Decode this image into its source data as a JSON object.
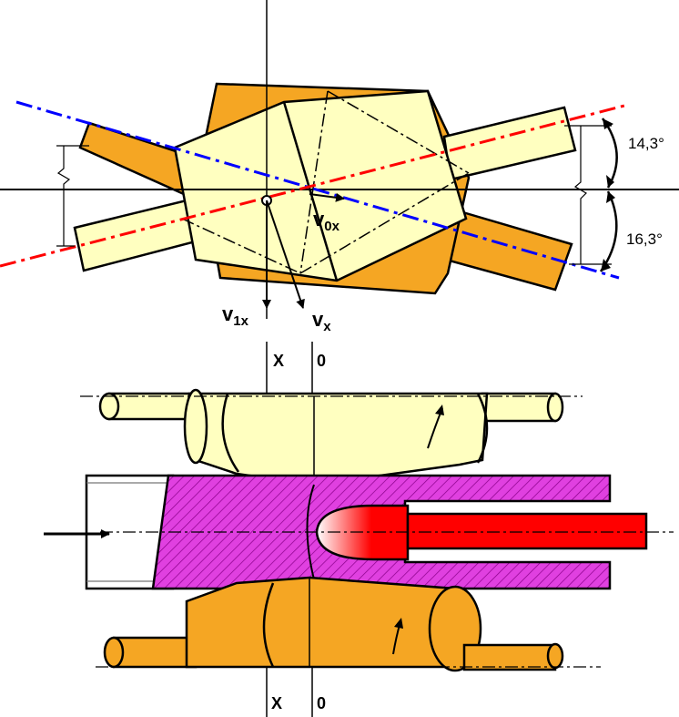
{
  "labels": {
    "v1x_main": "v",
    "v1x_sub": "1x",
    "vx_main": "v",
    "vx_sub": "x",
    "v0x_main": "v",
    "v0x_sub": "0x",
    "angle_upper": "14,3°",
    "angle_lower": "16,3°",
    "axis_x_top": "X",
    "axis_0_top": "0",
    "axis_x_bottom": "X",
    "axis_0_bottom": "0"
  },
  "colors": {
    "roll_upper": "#ffffc0",
    "roll_lower": "#f5a623",
    "workpiece": "#e040e0",
    "mandrel": "#ff0000",
    "axis_blue": "#0000ff",
    "axis_red": "#ff0000",
    "outline": "#000000"
  }
}
